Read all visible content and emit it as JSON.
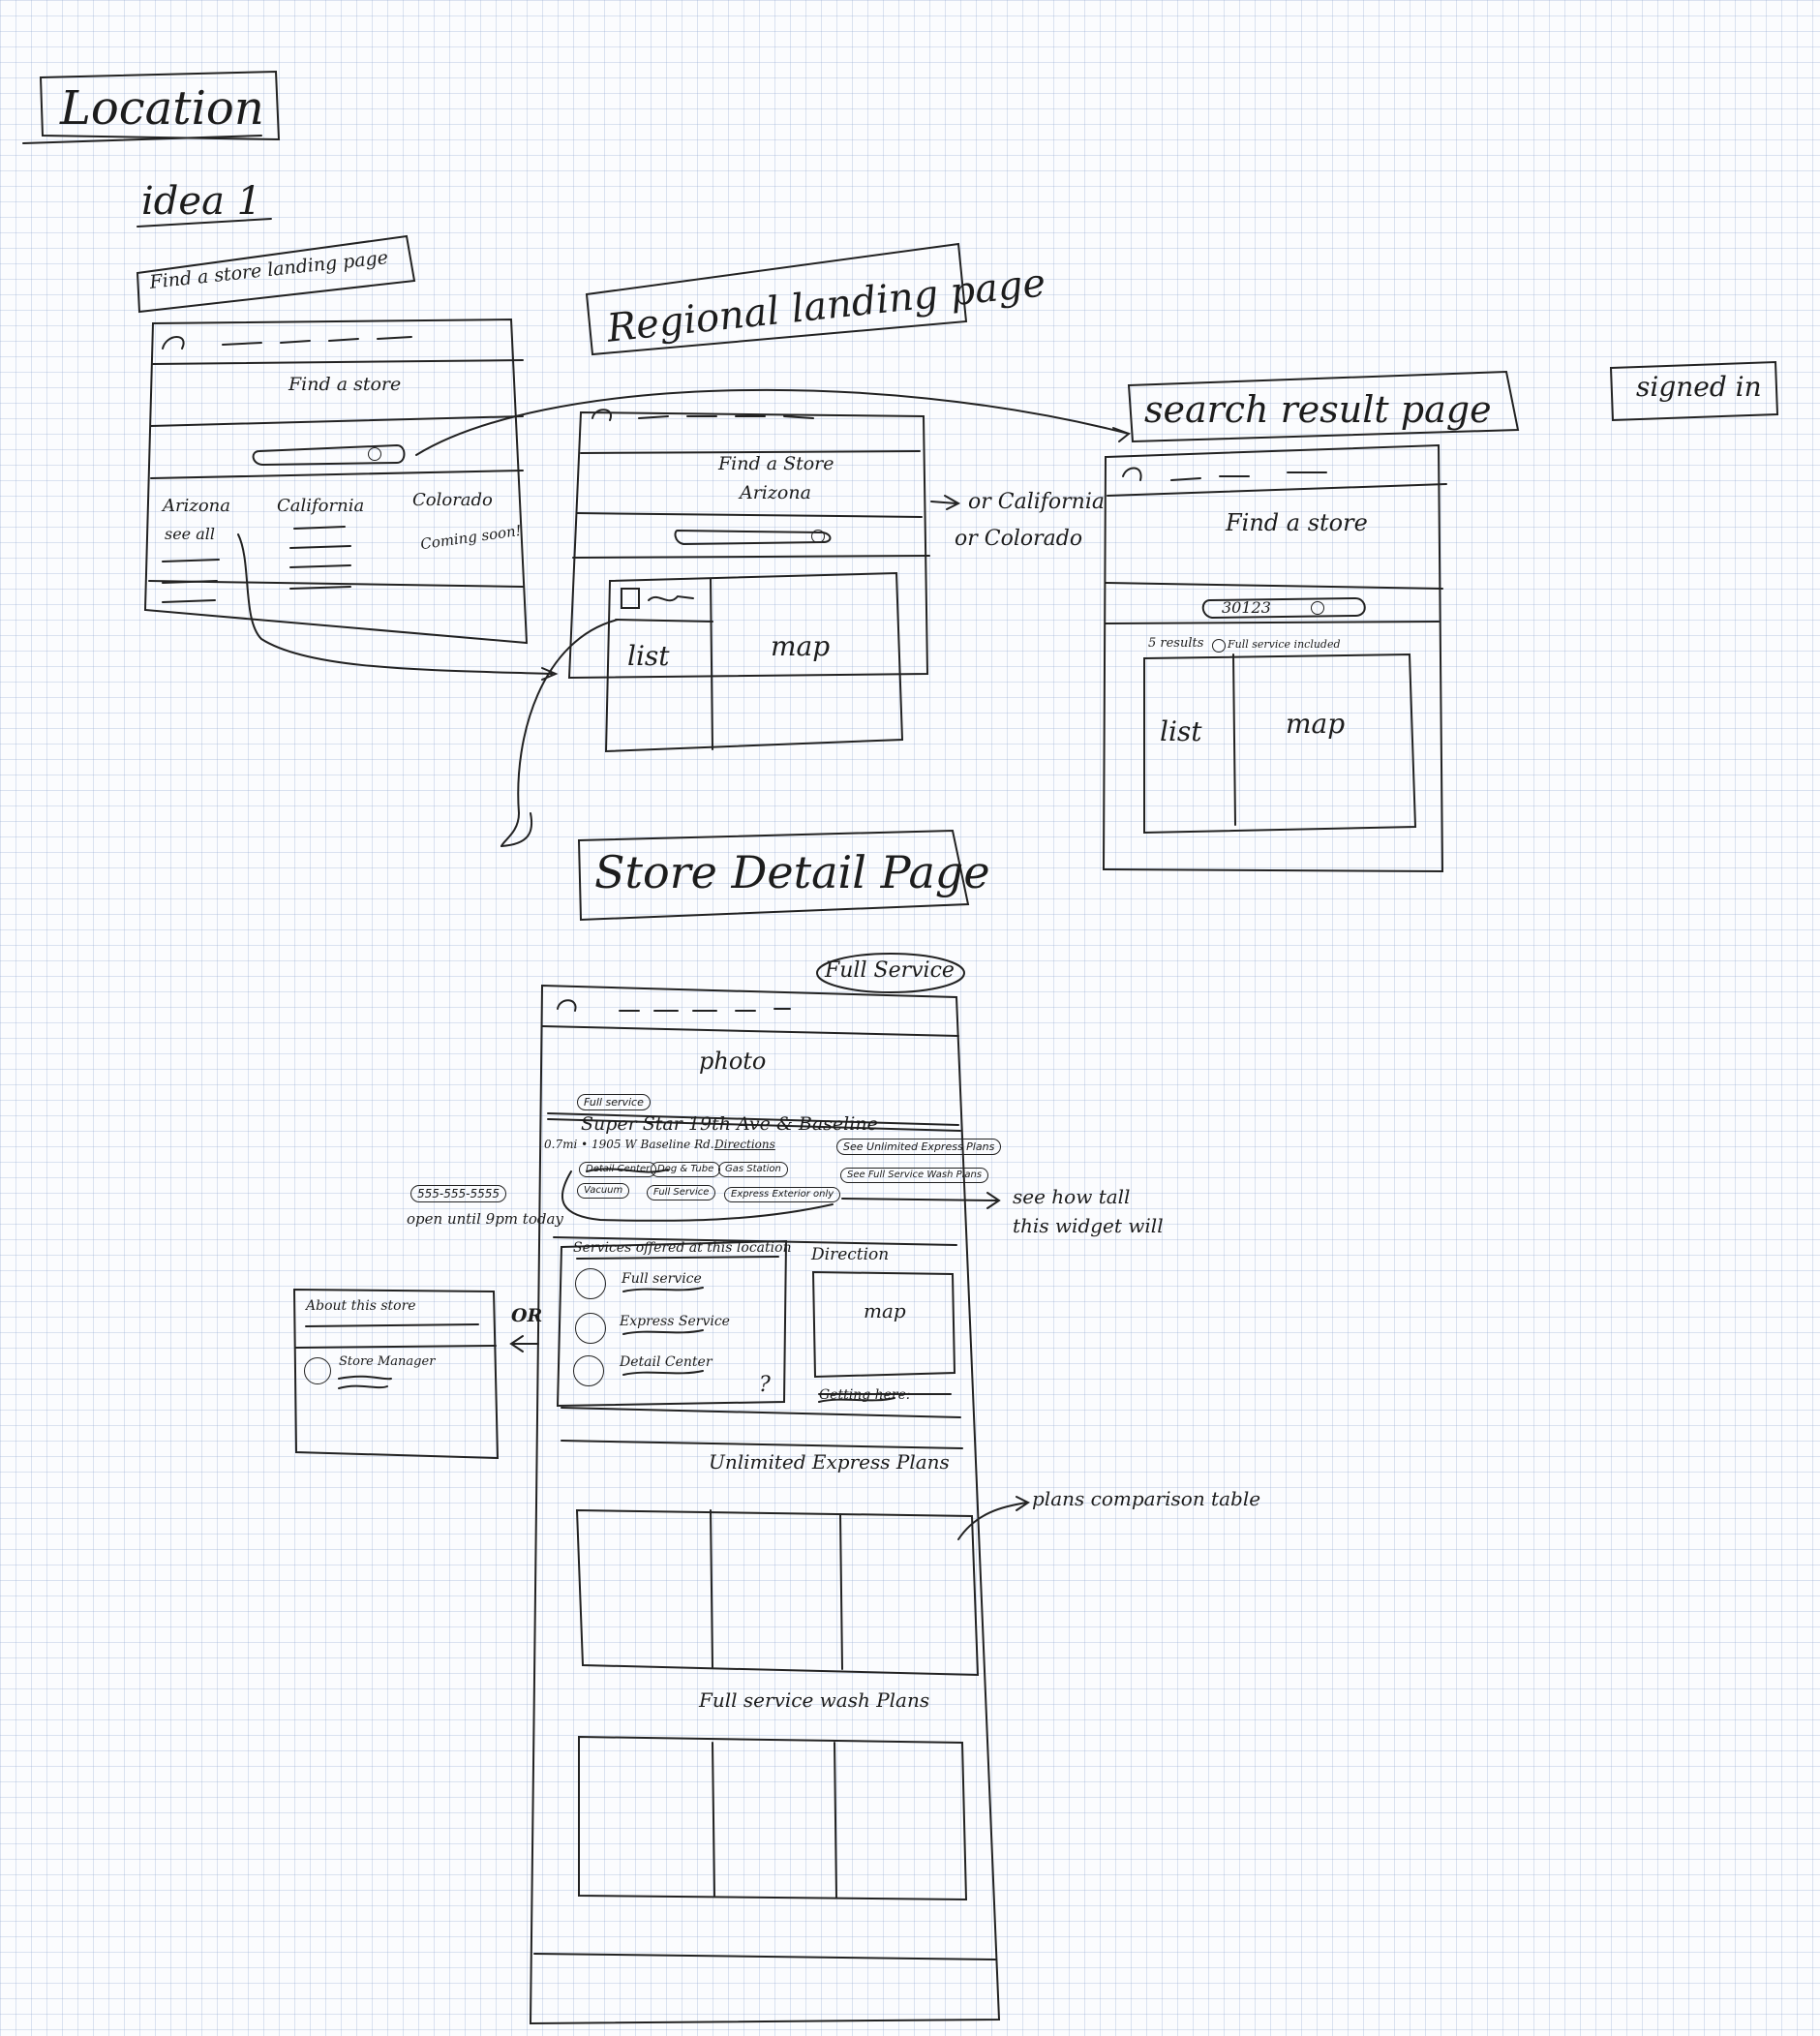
{
  "page": {
    "title": "Location",
    "subtitle": "idea 1"
  },
  "landing": {
    "label": "Find a store landing page",
    "heading": "Find a store",
    "regions": [
      {
        "name": "Arizona",
        "link": "see all"
      },
      {
        "name": "California",
        "link": ""
      },
      {
        "name": "Colorado",
        "link": "Coming soon!"
      }
    ]
  },
  "regional": {
    "label": "Regional landing page",
    "heading": "Find a Store",
    "region": "Arizona",
    "note_line1": "or California",
    "note_line2": "or Colorado",
    "list_label": "list",
    "map_label": "map"
  },
  "search_results": {
    "label": "search result page",
    "heading": "Find a store",
    "query": "30123",
    "results_count": "5 results",
    "filter": "Full service included",
    "list_label": "list",
    "map_label": "map"
  },
  "signed_in": {
    "label": "signed in"
  },
  "detail": {
    "label": "Store Detail Page",
    "variant": "Full Service",
    "photo": "photo",
    "badge": "Full service",
    "store_name": "Super Star 19th Ave & Baseline",
    "distance_address": "0.7mi • 1905 W Baseline Rd.",
    "directions": "Directions",
    "cta_express": "See Unlimited Express Plans",
    "cta_full": "See Full Service Wash Plans",
    "amenities": [
      "Detail Center",
      "Dog & Tube",
      "Gas Station",
      "Vacuum",
      "Full Service",
      "Express Exterior only"
    ],
    "phone": "555-555-5555",
    "hours": "open until 9pm today",
    "widget_note_line1": "see how tall",
    "widget_note_line2": "this widget will",
    "services_heading": "Services offered at this location",
    "services": [
      "Full service",
      "Express Service",
      "Detail Center"
    ],
    "question_mark": "?",
    "direction_heading": "Direction",
    "map_label": "map",
    "getting_here": "Getting here:",
    "or_label": "OR",
    "about_heading": "About this store",
    "manager": "Store Manager",
    "express_plans_heading": "Unlimited Express Plans",
    "table_note": "plans comparison table",
    "full_plans_heading": "Full service wash Plans"
  }
}
